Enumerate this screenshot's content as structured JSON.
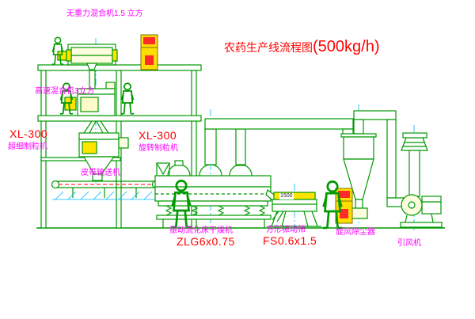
{
  "title": {
    "main": "农药生产线流程图",
    "capacity": "(500kg/h)"
  },
  "labels": {
    "gravity_free_mixer": "无重力混合机1.5 立方",
    "high_speed_mixer": "高速混合机3立方",
    "left_granulator_model": "XL-300",
    "left_granulator_name": "超细制粒机",
    "center_granulator_model": "XL-300",
    "center_granulator_name": "旋转制粒机",
    "belt_conveyor": "皮带输送机",
    "fluid_bed_dryer": "振动流化床干燥机",
    "fluid_bed_dryer_model": "ZLG6x0.75",
    "vibrating_sieve": "方形振动筛",
    "vibrating_sieve_model": "FS0.6x1.5",
    "cyclone": "旋风除尘器",
    "induced_draft_fan": "引风机",
    "dryer_dim": "1500"
  },
  "colors": {
    "line_green": "#009900",
    "label_magenta": "#ff00ff",
    "model_red": "#ff0000",
    "centerline_cyan": "#00b4ff",
    "equipment_yellow": "#ffe400",
    "cabinet_yellow": "#ffdd00",
    "background": "#ffffff"
  }
}
